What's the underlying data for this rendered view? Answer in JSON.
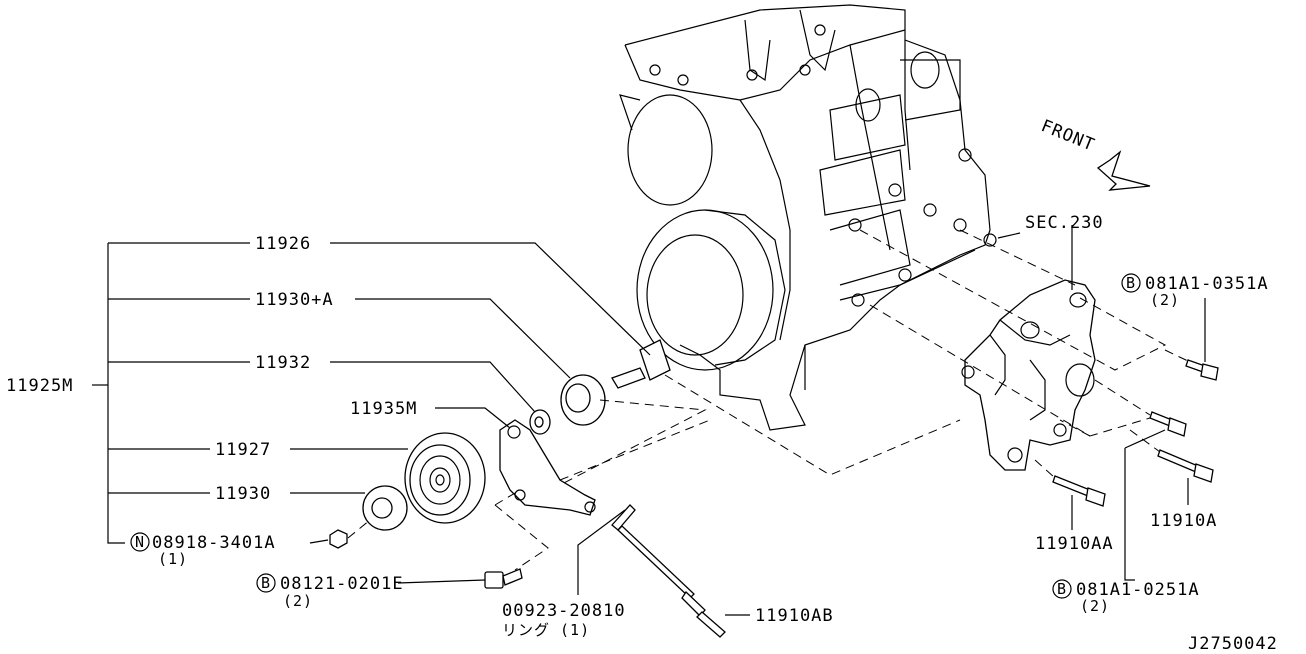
{
  "labels": {
    "p11926": "11926",
    "p11930a": "11930+A",
    "p11932": "11932",
    "p11935m": "11935M",
    "p11927": "11927",
    "p11930": "11930",
    "p11925m": "11925M",
    "nut_part": "08918-3401A",
    "nut_qty": "(1)",
    "bolt1_part": "08121-0201E",
    "bolt1_qty": "(2)",
    "ring_part": "00923-20810",
    "ring_desc": "リング (1)",
    "p11910ab": "11910AB",
    "p11910aa": "11910AA",
    "p11910a": "11910A",
    "bolt2_part": "081A1-0351A",
    "bolt2_qty": "(2)",
    "bolt3_part": "081A1-0251A",
    "bolt3_qty": "(2)",
    "sec": "SEC.230",
    "front": "FRONT",
    "code": "J2750042"
  },
  "badges": {
    "n": "N",
    "b": "B"
  }
}
